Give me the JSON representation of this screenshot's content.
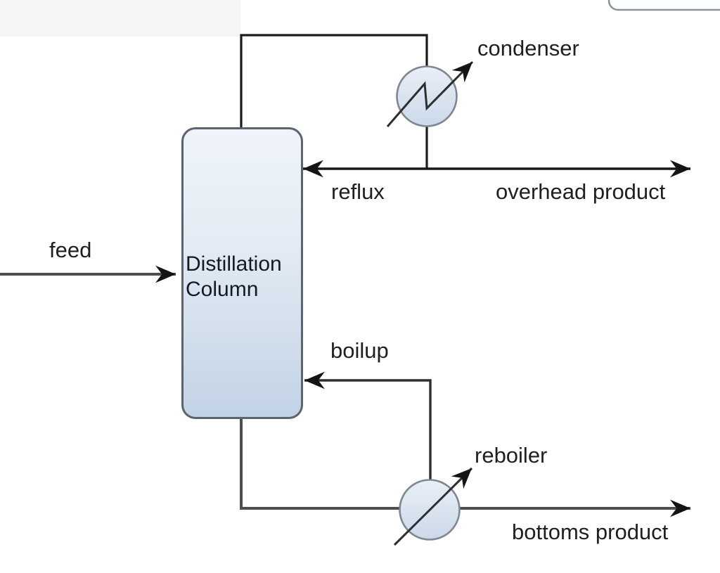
{
  "diagram": {
    "column": {
      "label_line1": "Distillation",
      "label_line2": "Column"
    },
    "labels": {
      "condenser": "condenser",
      "reflux": "reflux",
      "overhead_product": "overhead product",
      "feed": "feed",
      "boilup": "boilup",
      "reboiler": "reboiler",
      "bottoms_product": "bottoms product"
    },
    "colors": {
      "pipe_dark": "#1c1c1c",
      "pipe_gray": "#4f4f4f",
      "arrow_fill": "#141414",
      "vessel_border": "#5a636f",
      "vessel_fill_top": "#eff4f9",
      "vessel_fill_bottom": "#c2d3e6",
      "exchanger_border": "#7f8793",
      "exchanger_fill_top": "#e8eef6",
      "exchanger_fill_bottom": "#cbd9e9",
      "label_color": "#1f1f1f",
      "background": "#ffffff"
    }
  }
}
